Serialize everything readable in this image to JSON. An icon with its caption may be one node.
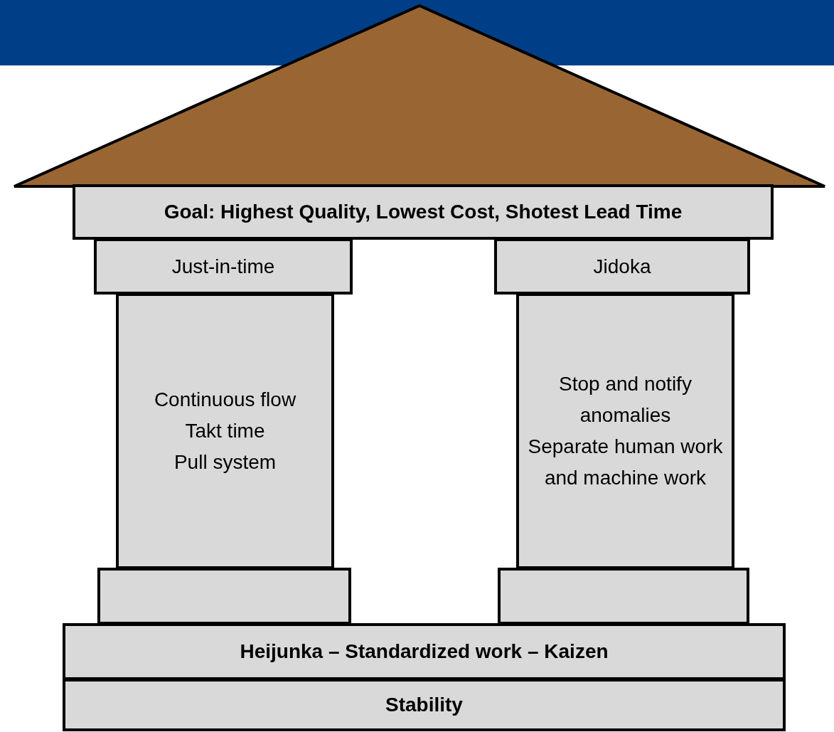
{
  "diagram": {
    "nodes": [
      {
        "text": [],
        "shape": "triangle"
      },
      {
        "text": [
          "Goal: Highest Quality, Lowest Cost, Shotest Lead Time"
        ]
      },
      {
        "text": [
          "Just-in-time"
        ]
      },
      {
        "text": [
          "Jidoka"
        ]
      },
      {
        "text": [
          "Continuous flow",
          "Takt time",
          "Pull system"
        ]
      },
      {
        "text": [
          "Stop and notify anomalies",
          "Separate human work and machine work"
        ]
      },
      {
        "text": [],
        "shape": "box"
      },
      {
        "text": [],
        "shape": "box"
      },
      {
        "text": [
          "Heijunka – Standardized work – Kaizen"
        ]
      },
      {
        "text": [
          "Stability"
        ]
      }
    ],
    "edges": []
  }
}
